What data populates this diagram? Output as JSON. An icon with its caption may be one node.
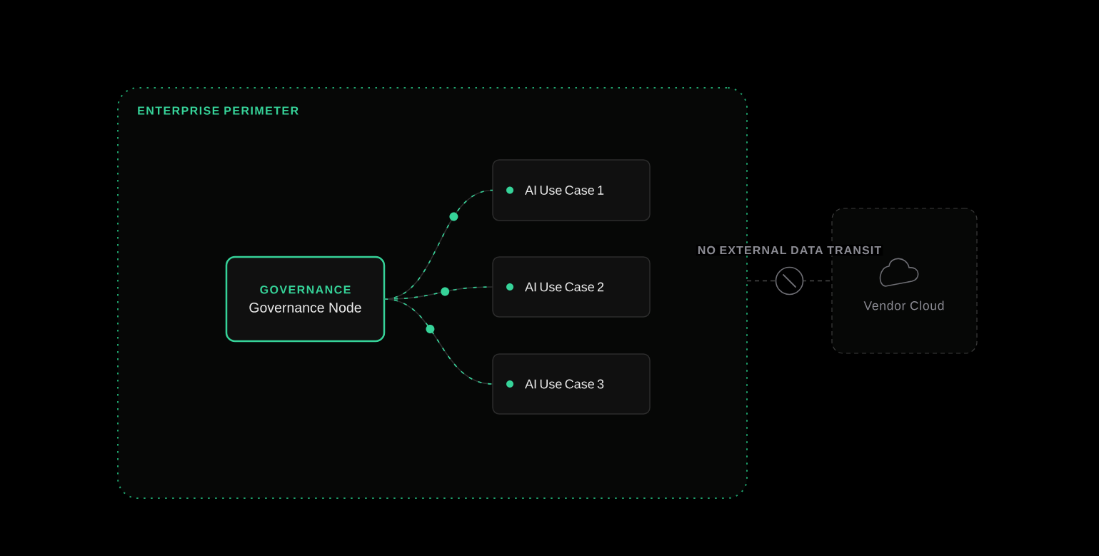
{
  "diagram": {
    "nodes": [
      {
        "text": [
          "ENTERPRISE PERIMETER"
        ]
      },
      {
        "text": [
          "GOVERNANCE",
          "Governance Node"
        ],
        "in": 0
      },
      {
        "text": [
          "AI Use Case 1"
        ],
        "in": 0
      },
      {
        "text": [
          "AI Use Case 2"
        ],
        "in": 0
      },
      {
        "text": [
          "AI Use Case 3"
        ],
        "in": 0
      },
      {
        "text": [
          "Vendor Cloud"
        ]
      }
    ],
    "edges": [
      {
        "from": 1,
        "to": 2,
        "arrow": "none"
      },
      {
        "from": 1,
        "to": 3,
        "arrow": "none"
      },
      {
        "from": 1,
        "to": 4,
        "arrow": "none"
      },
      {
        "from": 0,
        "to": 5,
        "arrow": "none",
        "label": "NO EXTERNAL DATA TRANSIT",
        "style": "dashed",
        "color": "#4a4a4a"
      }
    ]
  }
}
